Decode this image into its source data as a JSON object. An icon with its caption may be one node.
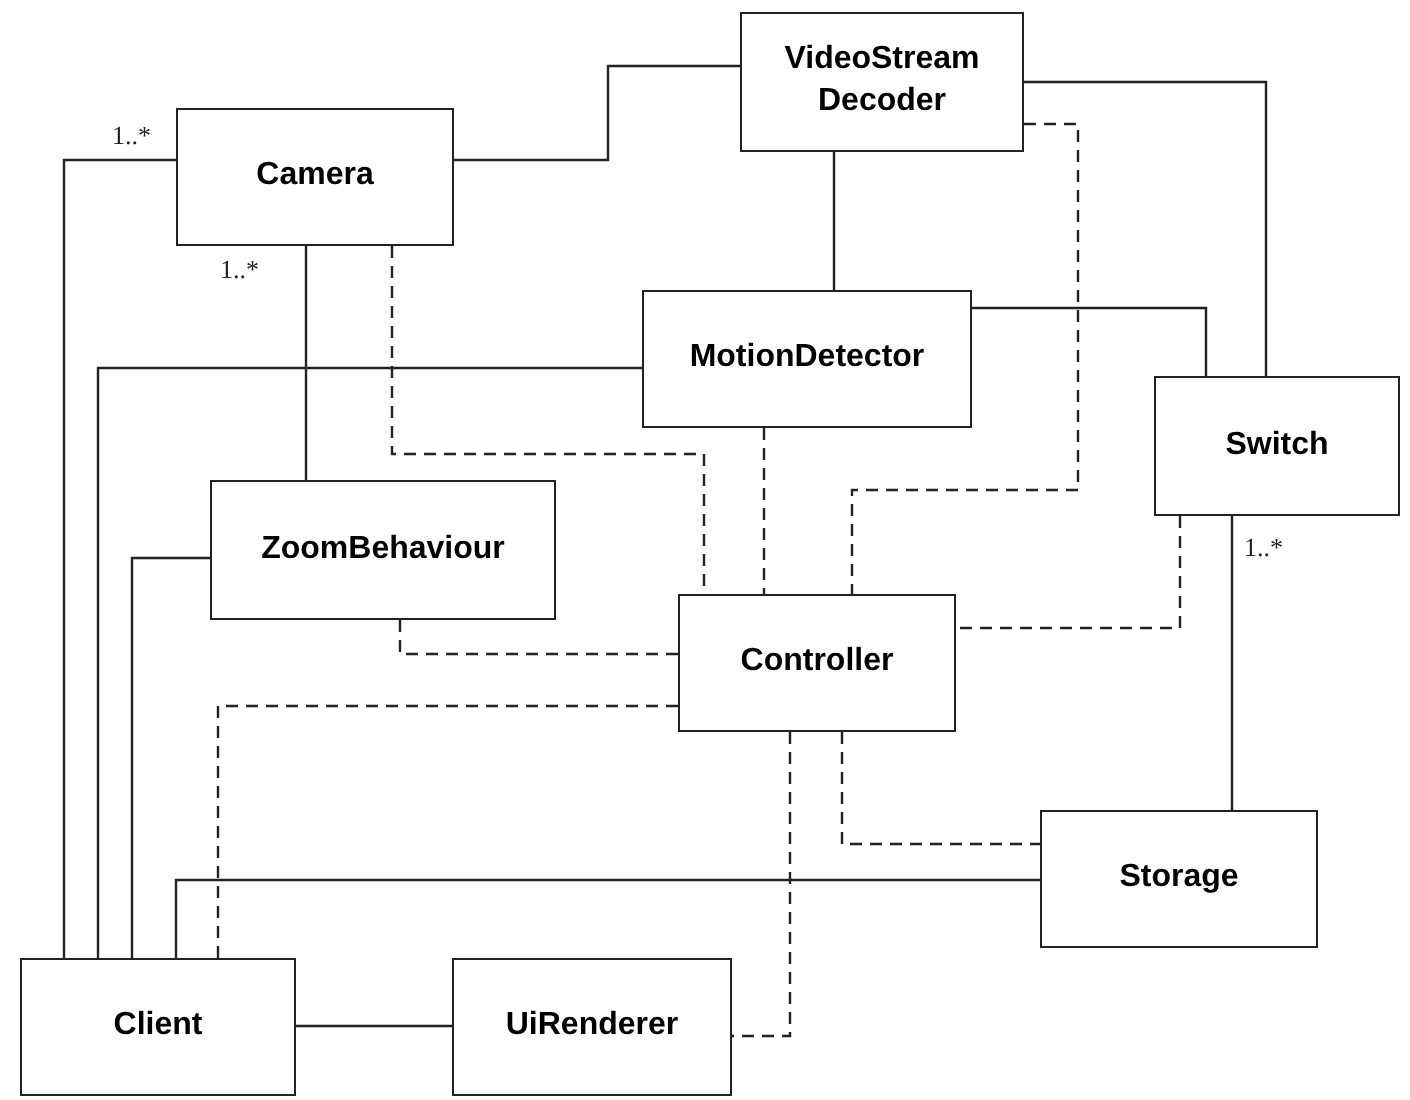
{
  "diagram": {
    "nodes": [
      {
        "text": [
          "Camera"
        ]
      },
      {
        "text": [
          "VideoStream Decoder"
        ]
      },
      {
        "text": [
          "MotionDetector"
        ]
      },
      {
        "text": [
          "Switch"
        ]
      },
      {
        "text": [
          "ZoomBehaviour"
        ]
      },
      {
        "text": [
          "Controller"
        ]
      },
      {
        "text": [
          "Storage"
        ]
      },
      {
        "text": [
          "Client"
        ]
      },
      {
        "text": [
          "UiRenderer"
        ]
      }
    ],
    "edges": [
      {
        "from": 0,
        "to": 1,
        "arrow": "none"
      },
      {
        "from": 7,
        "to": 0,
        "arrow": "none"
      },
      {
        "from": 0,
        "to": 4,
        "arrow": "none"
      },
      {
        "from": 1,
        "to": 2,
        "arrow": "none"
      },
      {
        "from": 1,
        "to": 3,
        "arrow": "none"
      },
      {
        "from": 2,
        "to": 3,
        "arrow": "none"
      },
      {
        "from": 7,
        "to": 2,
        "arrow": "none"
      },
      {
        "from": 7,
        "to": 4,
        "arrow": "none"
      },
      {
        "from": 7,
        "to": 6,
        "arrow": "none"
      },
      {
        "from": 3,
        "to": 6,
        "arrow": "none"
      },
      {
        "from": 7,
        "to": 8,
        "arrow": "none"
      },
      {
        "from": 0,
        "to": 5,
        "arrow": "none",
        "style": "dashed"
      },
      {
        "from": 2,
        "to": 5,
        "arrow": "none",
        "style": "dashed"
      },
      {
        "from": 1,
        "to": 5,
        "arrow": "none",
        "style": "dashed"
      },
      {
        "from": 3,
        "to": 5,
        "arrow": "none",
        "style": "dashed"
      },
      {
        "from": 4,
        "to": 5,
        "arrow": "none",
        "style": "dashed"
      },
      {
        "from": 5,
        "to": 7,
        "arrow": "none",
        "style": "dashed"
      },
      {
        "from": 5,
        "to": 8,
        "arrow": "none",
        "style": "dashed"
      },
      {
        "from": 5,
        "to": 6,
        "arrow": "none",
        "style": "dashed"
      }
    ],
    "labels": [
      "1..*",
      "1..*",
      "1..*"
    ]
  }
}
